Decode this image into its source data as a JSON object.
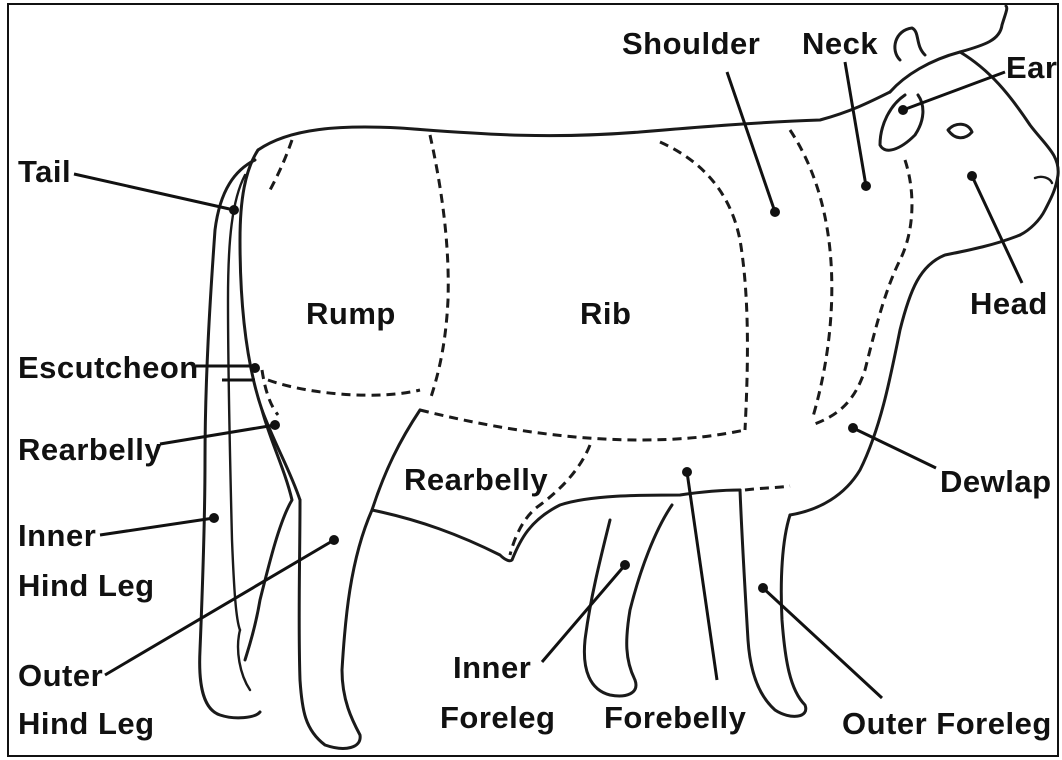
{
  "labels": {
    "shoulder": "Shoulder",
    "neck": "Neck",
    "ear": "Ear",
    "tail": "Tail",
    "rump": "Rump",
    "rib": "Rib",
    "head": "Head",
    "escutcheon": "Escutcheon",
    "rearbelly_left": "Rearbelly",
    "rearbelly_body": "Rearbelly",
    "dewlap": "Dewlap",
    "inner_hind_leg_1": "Inner",
    "inner_hind_leg_2": "Hind Leg",
    "outer_hind_leg_1": "Outer",
    "outer_hind_leg_2": "Hind Leg",
    "inner_foreleg_1": "Inner",
    "inner_foreleg_2": "Foreleg",
    "forebelly": "Forebelly",
    "outer_foreleg": "Outer Foreleg"
  }
}
